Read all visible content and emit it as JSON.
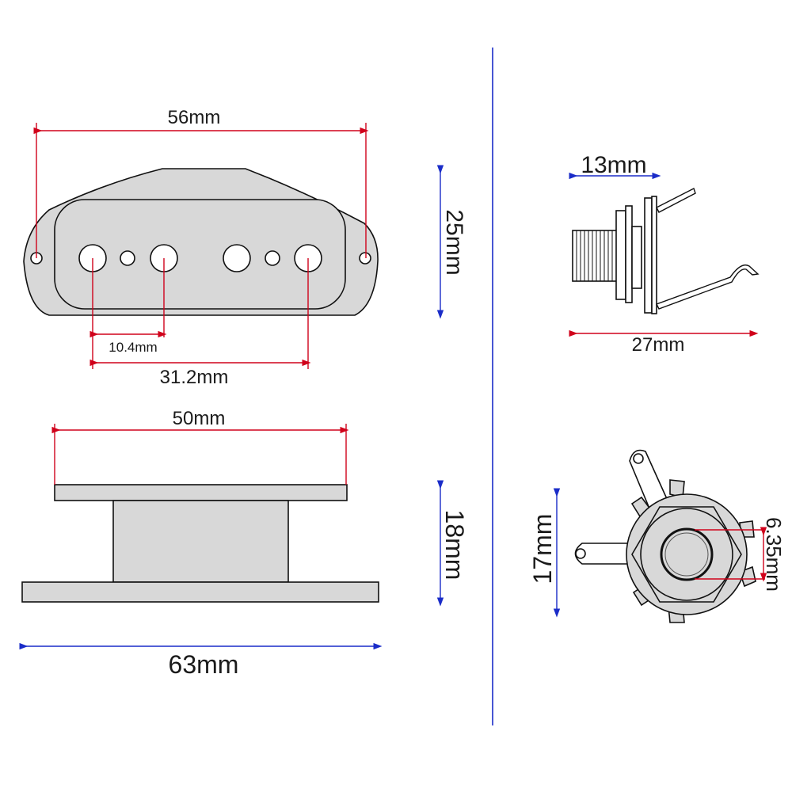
{
  "colors": {
    "dimension_red": "#d0021b",
    "dimension_blue": "#1a2cc8",
    "part_fill": "#d8d8d8",
    "outline": "#111111"
  },
  "pickup_top": {
    "width_label": "56mm",
    "height_label": "25mm",
    "pole_gap_label": "10.4mm",
    "pole_span_label": "31.2mm"
  },
  "pickup_side": {
    "top_width_label": "50mm",
    "height_label": "18mm",
    "base_width_label": "63mm"
  },
  "jack_side": {
    "thread_label": "13mm",
    "length_label": "27mm"
  },
  "jack_front": {
    "height_label": "17mm",
    "bore_label": "6.35mm"
  }
}
